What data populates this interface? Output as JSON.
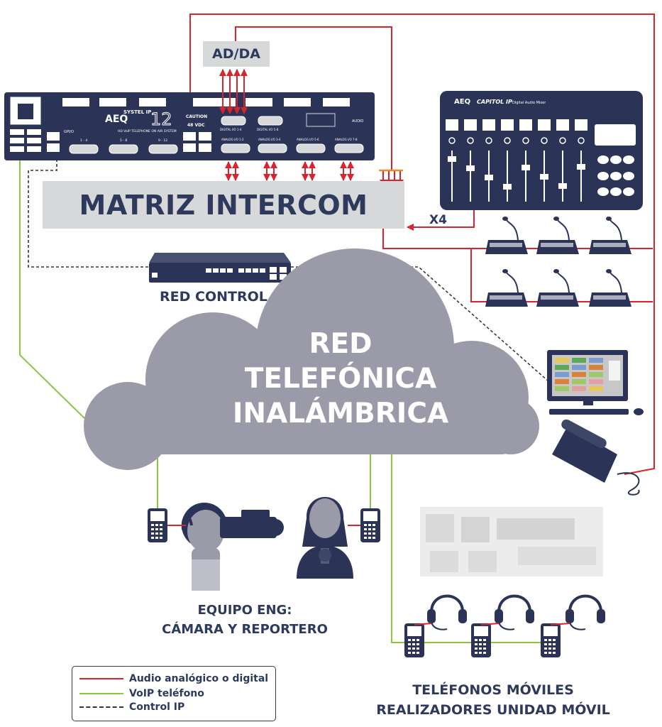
{
  "colors": {
    "audio": "#d9232d",
    "voip": "#8dc63f",
    "control": "#333333",
    "device_navy": "#2b3357",
    "cloud": "#9b9aa9",
    "box_grey": "#d7d8da",
    "text_navy": "#2d3a5c"
  },
  "labels": {
    "adda": "AD/DA",
    "matriz": "MATRIZ INTERCOM",
    "x4": "X4",
    "red_control": "RED CONTROL",
    "cloud": [
      "RED",
      "TELEFÓNICA",
      "INALÁMBRICA"
    ],
    "eng": [
      "EQUIPO ENG:",
      "CÁMARA Y REPORTERO"
    ],
    "moviles": [
      "TELÉFONOS MÓVILES",
      "REALIZADORES UNIDAD MÓVIL"
    ]
  },
  "systel": {
    "brand": "AEQ",
    "model": "SYSTEL IP",
    "number": "12",
    "subtitle": "HD VoIP TELEPHONE ON AIR SYSTEM",
    "caution": "CAUTION",
    "vdc": "48 VDC",
    "gpio": "GPI/O",
    "audio": "AUDIO",
    "ports": [
      "1 - 4",
      "5 - 8",
      "9 - 12"
    ],
    "digital_io": [
      "DIGITAL I/O 1-4",
      "DIGITAL I/O 5-8"
    ],
    "analog_io": [
      "ANALOG I/O 1-2",
      "ANALOG I/O 3-4",
      "ANALOG I/O 5-6",
      "ANALOG I/O 7-8"
    ]
  },
  "mixer": {
    "brand": "AEQ",
    "model": "CAPITOL IP",
    "subtitle": "Digital Audio Mixer"
  },
  "legend": [
    {
      "label": "Audio analógico o digital",
      "style": "audio"
    },
    {
      "label": "VoIP teléfono",
      "style": "voip"
    },
    {
      "label": "Control IP",
      "style": "control"
    }
  ]
}
